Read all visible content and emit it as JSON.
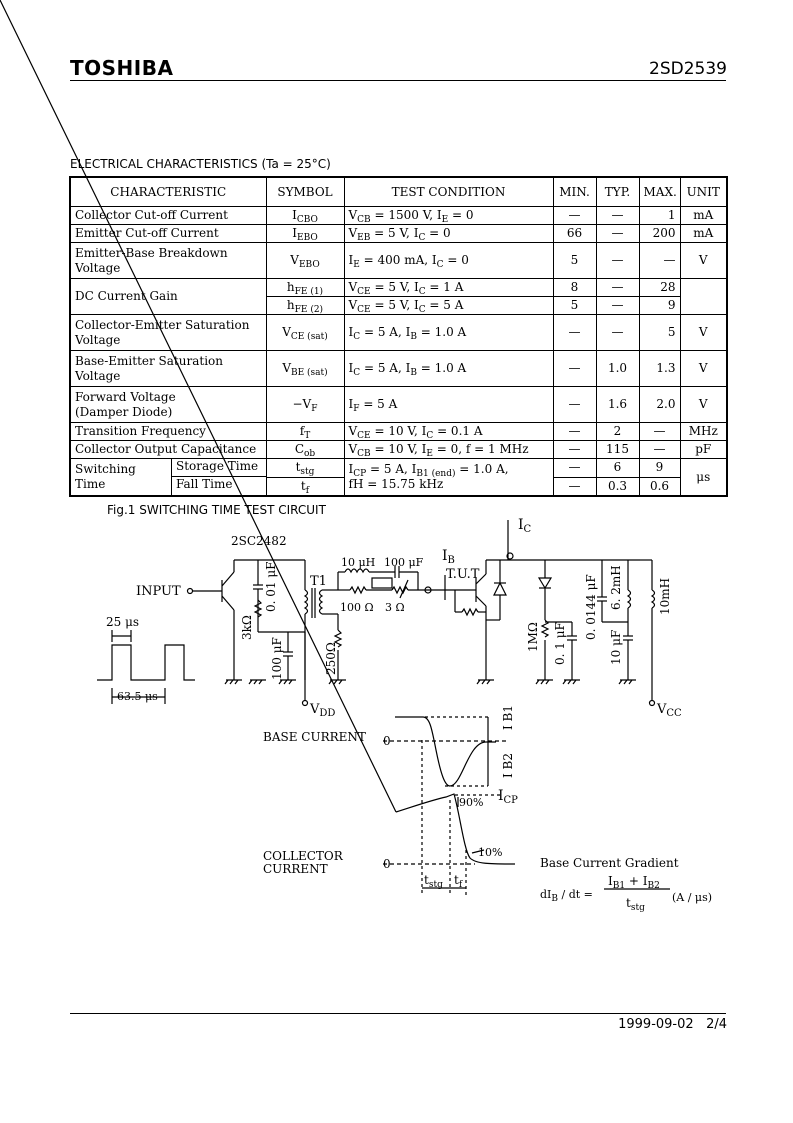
{
  "header": {
    "brand": "TOSHIBA",
    "part": "2SD2539"
  },
  "section_title": "ELECTRICAL CHARACTERISTICS (Ta = 25°C)",
  "table": {
    "headers": [
      "CHARACTERISTIC",
      "SYMBOL",
      "TEST CONDITION",
      "MIN.",
      "TYP.",
      "MAX.",
      "UNIT"
    ],
    "rows": [
      {
        "char": "Collector Cut-off Current",
        "sym": "I<sub>CBO</sub>",
        "cond": "V<sub>CB</sub> = 1500 V, I<sub>E</sub> = 0",
        "min": "—",
        "typ": "—",
        "max": "1",
        "unit": "mA"
      },
      {
        "char": "Emitter Cut-off Current",
        "sym": "I<sub>EBO</sub>",
        "cond": "V<sub>EB</sub> = 5 V, I<sub>C</sub> = 0",
        "min": "66",
        "typ": "—",
        "max": "200",
        "unit": "mA"
      },
      {
        "char": "Emitter-Base Breakdown<br>Voltage",
        "sym": "V<sub>EBO</sub>",
        "cond": "I<sub>E</sub> = 400 mA, I<sub>C</sub> = 0",
        "min": "5",
        "typ": "—",
        "max": "—",
        "unit": "V"
      },
      {
        "char": "DC Current Gain",
        "sym": "h<sub>FE (1)</sub>",
        "cond": "V<sub>CE</sub> = 5 V, I<sub>C</sub> = 1 A",
        "min": "8",
        "typ": "—",
        "max": "28",
        "unit": ""
      },
      {
        "sym": "h<sub>FE (2)</sub>",
        "cond": "V<sub>CE</sub> = 5 V, I<sub>C</sub> = 5 A",
        "min": "5",
        "typ": "—",
        "max": "9"
      },
      {
        "char": "Collector-Emitter Saturation<br>Voltage",
        "sym": "V<sub>CE (sat)</sub>",
        "cond": "I<sub>C</sub> = 5 A, I<sub>B</sub> = 1.0 A",
        "min": "—",
        "typ": "—",
        "max": "5",
        "unit": "V"
      },
      {
        "char": "Base-Emitter Saturation<br>Voltage",
        "sym": "V<sub>BE (sat)</sub>",
        "cond": "I<sub>C</sub> = 5 A, I<sub>B</sub> = 1.0 A",
        "min": "—",
        "typ": "1.0",
        "max": "1.3",
        "unit": "V"
      },
      {
        "char": "Forward Voltage<br>(Damper Diode)",
        "sym": "−V<sub>F</sub>",
        "cond": "I<sub>F</sub> = 5 A",
        "min": "—",
        "typ": "1.6",
        "max": "2.0",
        "unit": "V"
      },
      {
        "char": "Transition Frequency",
        "sym": "f<sub>T</sub>",
        "cond": "V<sub>CE</sub> = 10 V, I<sub>C</sub> = 0.1 A",
        "min": "—",
        "typ": "2",
        "max": "—",
        "unit": "MHz"
      },
      {
        "char": "Collector Output Capacitance",
        "sym": "C<sub>ob</sub>",
        "cond": "V<sub>CB</sub> = 10 V, I<sub>E</sub> = 0, f = 1 MHz",
        "min": "—",
        "typ": "115",
        "max": "—",
        "unit": "pF"
      }
    ],
    "switching": {
      "group": "Switching<br>Time",
      "storage": "Storage Time",
      "fall": "Fall Time",
      "sym_stg": "t<sub>stg</sub>",
      "sym_f": "t<sub>f</sub>",
      "cond": "I<sub>CP</sub> = 5 A, I<sub>B1 (end)</sub> = 1.0 A,<br>fH = 15.75 kHz",
      "stg_min": "—",
      "stg_typ": "6",
      "stg_max": "9",
      "f_min": "—",
      "f_typ": "0.3",
      "f_max": "0.6",
      "unit": "μs"
    }
  },
  "figure": {
    "caption": "Fig.1 SWITCHING TIME TEST CIRCUIT",
    "labels": {
      "ic": "I",
      "ic_sub": "C",
      "part": "2SC2482",
      "input": "INPUT",
      "pulse_width": "25 μs",
      "period": "63.5 μs",
      "cap1": "0. 01 μF",
      "r3k": "3kΩ",
      "cap100": "100 μF",
      "t1": "T1",
      "r250": "250Ω",
      "l10": "10 μH",
      "c100": "100 μF",
      "r100": "100 Ω",
      "r3": "3 Ω",
      "ib": "I",
      "ib_sub": "B",
      "tut": "T.U.T",
      "r1m": "1MΩ",
      "c01": "0. 1 μF",
      "c0014": "0. 0144 μF",
      "c10": "10 μF",
      "l62": "6. 2mH",
      "l10m": "10mH",
      "vdd": "V",
      "vdd_sub": "DD",
      "vcc": "V",
      "vcc_sub": "CC",
      "base_current": "BASE CURRENT",
      "zero1": "0",
      "ib1": "I B1",
      "ib2": "I B2",
      "p90": "90%",
      "icp": "I",
      "icp_sub": "CP",
      "collector": "COLLECTOR",
      "current": "CURRENT",
      "zero2": "0",
      "p10": "10%",
      "tstg": "t",
      "tstg_sub": "stg",
      "tf": "t",
      "tf_sub": "f",
      "gradient_title": "Base Current Gradient",
      "dib": "dI",
      "dib_sub": "B",
      "dt": " / dt =",
      "num": "I",
      "num_b1": "B1",
      "plus": " + I",
      "num_b2": "B2",
      "den": "t",
      "den_sub": "stg",
      "unit": "(A / μs)"
    }
  },
  "footer": {
    "date": "1999-09-02",
    "page": "2/4"
  }
}
